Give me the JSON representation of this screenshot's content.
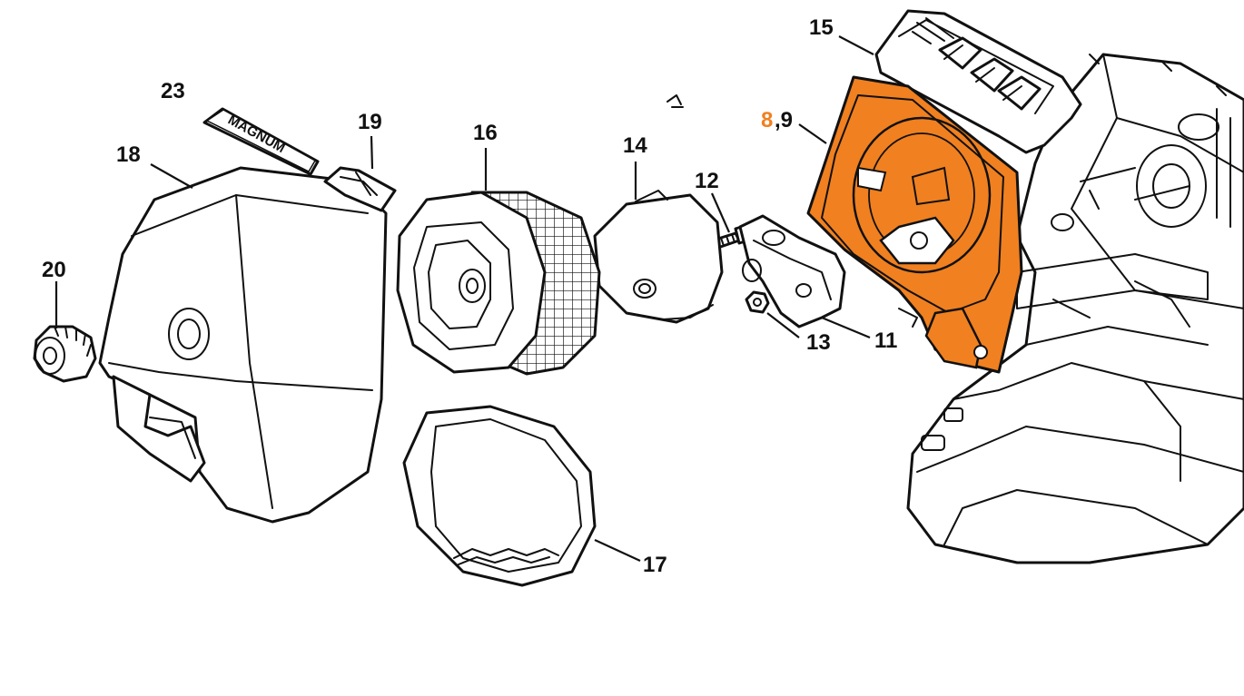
{
  "colors": {
    "highlight": "#F08020",
    "line": "#111111",
    "background": "#ffffff"
  },
  "callouts": {
    "p15": "15",
    "p8": "8",
    "p8_sep": ",9",
    "p23": "23",
    "p19": "19",
    "p16": "16",
    "p14": "14",
    "p12": "12",
    "p18": "18",
    "p20": "20",
    "p13": "13",
    "p11": "11",
    "p17": "17"
  },
  "logo_text": "MAGNUM"
}
